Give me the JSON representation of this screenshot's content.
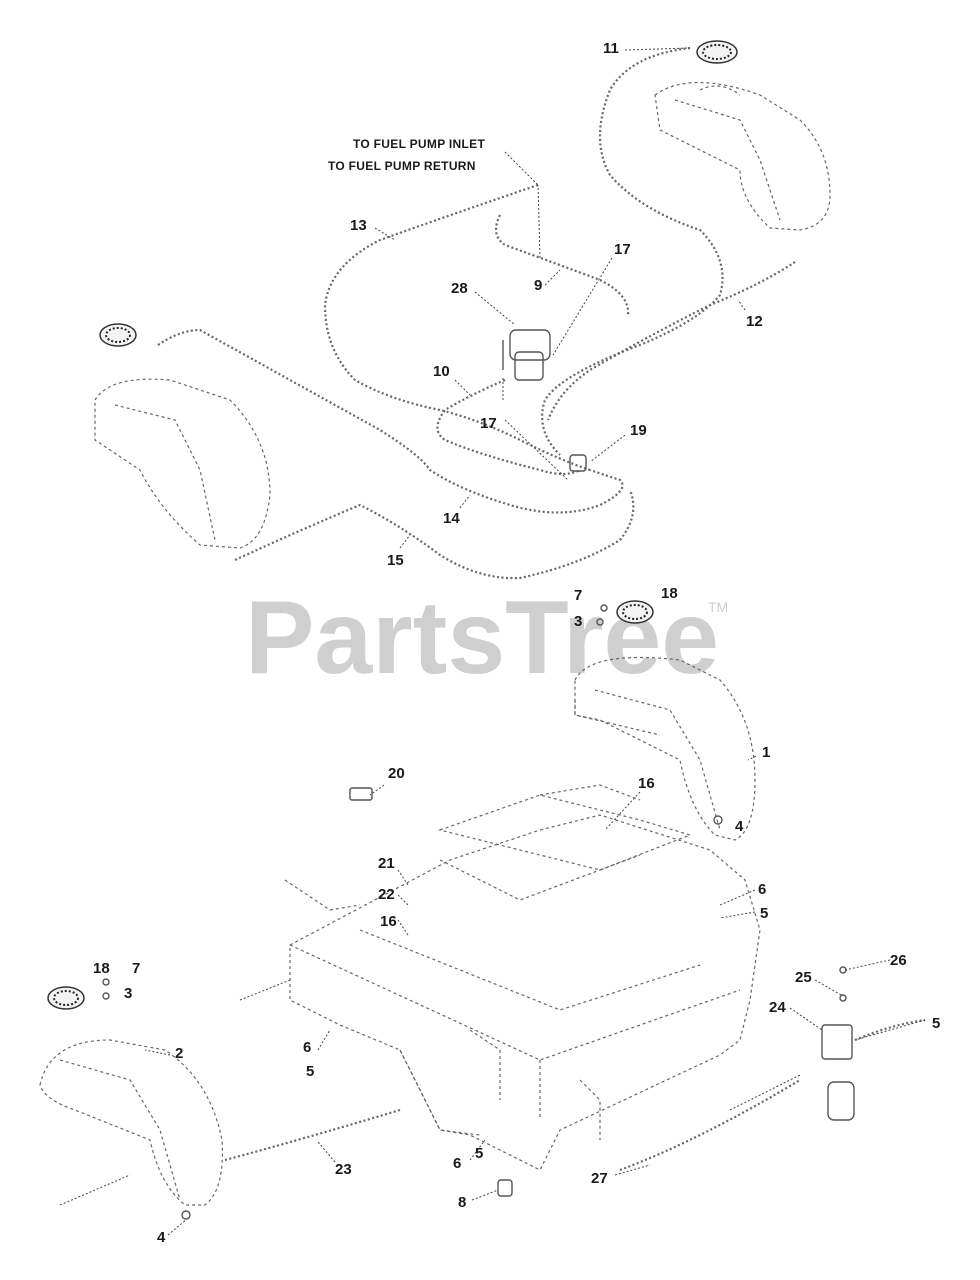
{
  "watermark": {
    "text": "PartsTree",
    "trademark": "TM"
  },
  "notes": {
    "fuel_pump_inlet": "TO FUEL PUMP INLET",
    "fuel_pump_return": "TO FUEL PUMP RETURN"
  },
  "callouts": [
    "11",
    "13",
    "17",
    "28",
    "9",
    "12",
    "10",
    "17",
    "19",
    "14",
    "15",
    "7",
    "3",
    "18",
    "1",
    "20",
    "16",
    "4",
    "21",
    "22",
    "16",
    "6",
    "5",
    "18",
    "7",
    "3",
    "26",
    "25",
    "2",
    "24",
    "5",
    "6",
    "5",
    "23",
    "6",
    "5",
    "27",
    "8",
    "4"
  ]
}
